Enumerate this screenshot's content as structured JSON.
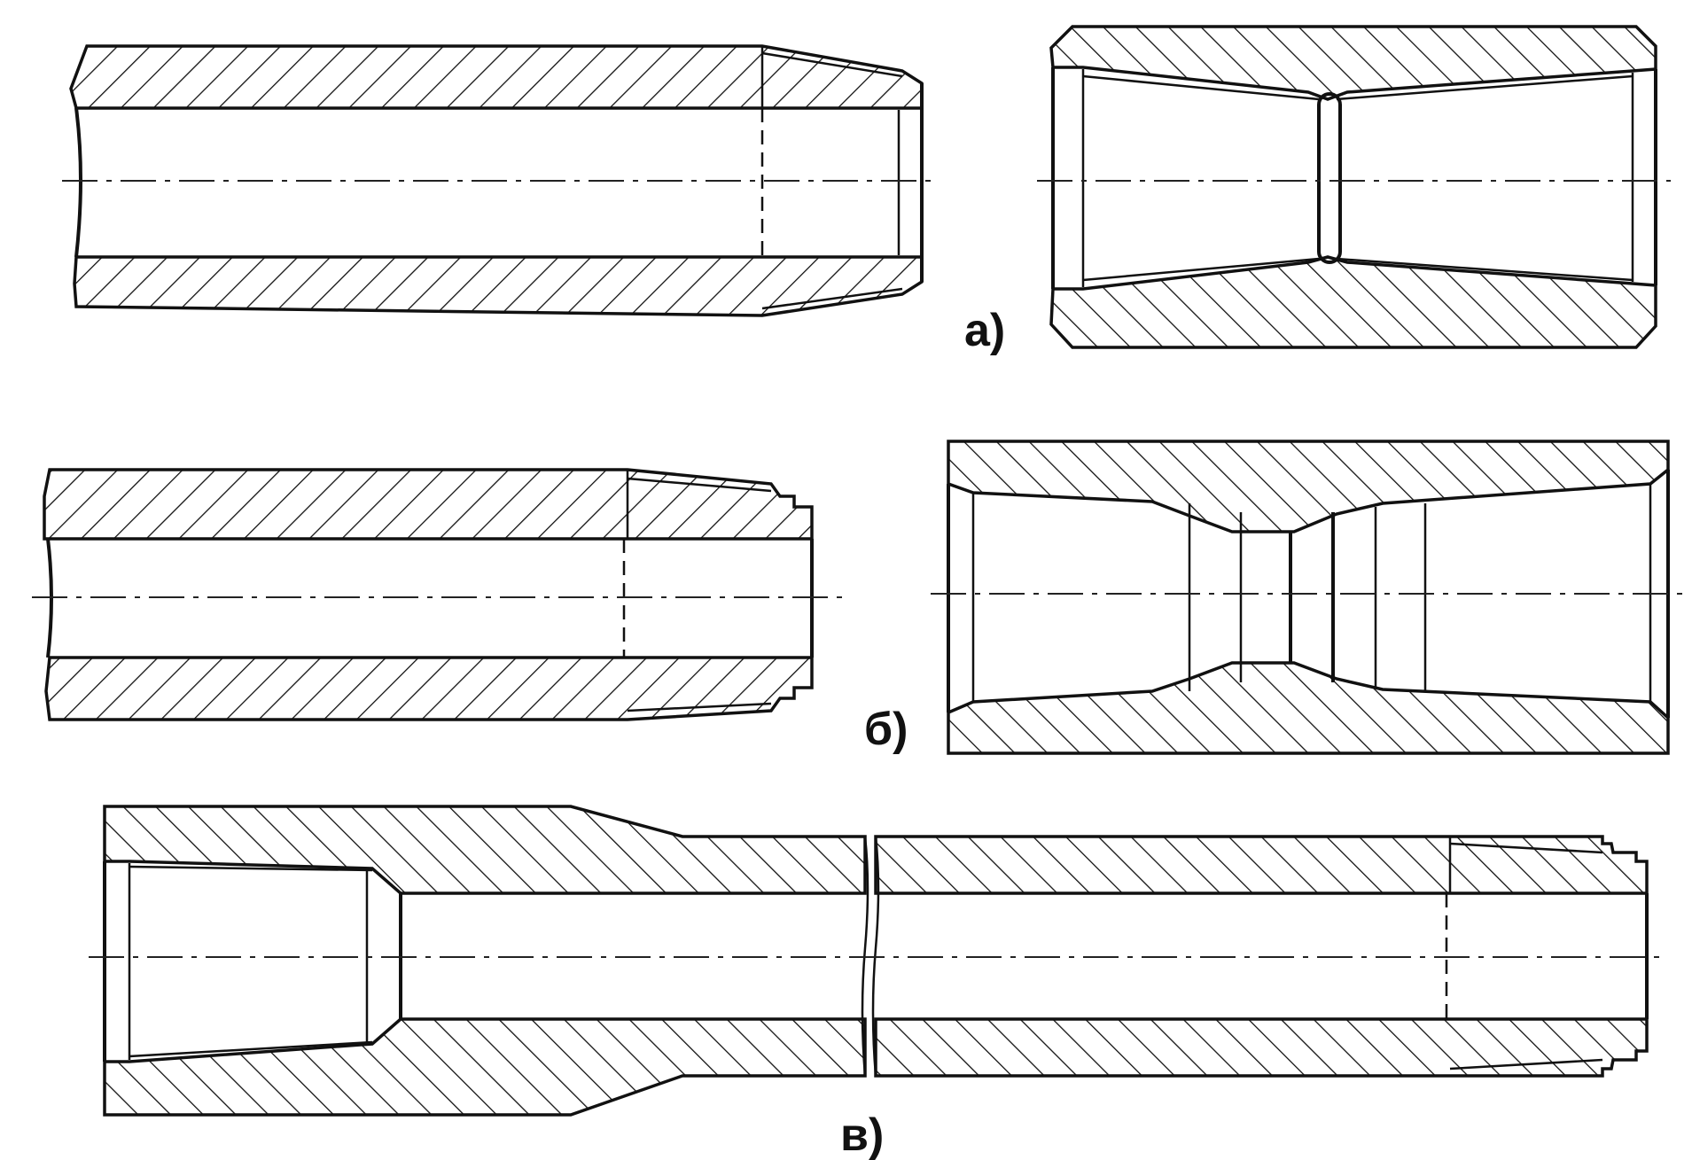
{
  "figure": {
    "labels": {
      "a": "а)",
      "b": "б)",
      "v": "в)"
    }
  }
}
